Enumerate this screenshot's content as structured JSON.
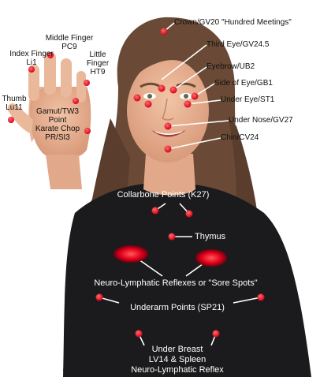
{
  "colors": {
    "point": "#e3001b",
    "line_on_light": "#ffffff",
    "label_on_light": "#111111",
    "label_on_dark": "#ffffff",
    "shirt": "#1b1b1d",
    "background": "#ffffff"
  },
  "labels": {
    "crown": "Crown/GV20 \"Hundred Meetings\"",
    "third_eye": "Third Eye/GV24.5",
    "eyebrow": "Eyebrow/UB2",
    "side_of_eye": "Side of Eye/GB1",
    "under_eye": "Under Eye/ST1",
    "under_nose": "Under Nose/GV27",
    "chin": "Chin/CV24",
    "middle_finger_1": "Middle Finger",
    "middle_finger_2": "PC9",
    "index_finger_1": "Index Finger",
    "index_finger_2": "Li1",
    "little_finger_1": "Little",
    "little_finger_2": "Finger",
    "little_finger_3": "HT9",
    "thumb_1": "Thumb",
    "thumb_2": "Lu11",
    "gamut_1": "Gamut/TW3",
    "gamut_2": "Point",
    "karate_1": "Karate Chop",
    "karate_2": "PR/SI3",
    "collarbone": "Collarbone Points (K27)",
    "thymus": "Thymus",
    "neuro_lymphatic": "Neuro-Lymphatic Reflexes or \"Sore Spots\"",
    "underarm": "Underarm Points (SP21)",
    "under_breast_1": "Under Breast",
    "under_breast_2": "LV14 & Spleen",
    "under_breast_3": "Neuro-Lymphatic Reflex"
  }
}
